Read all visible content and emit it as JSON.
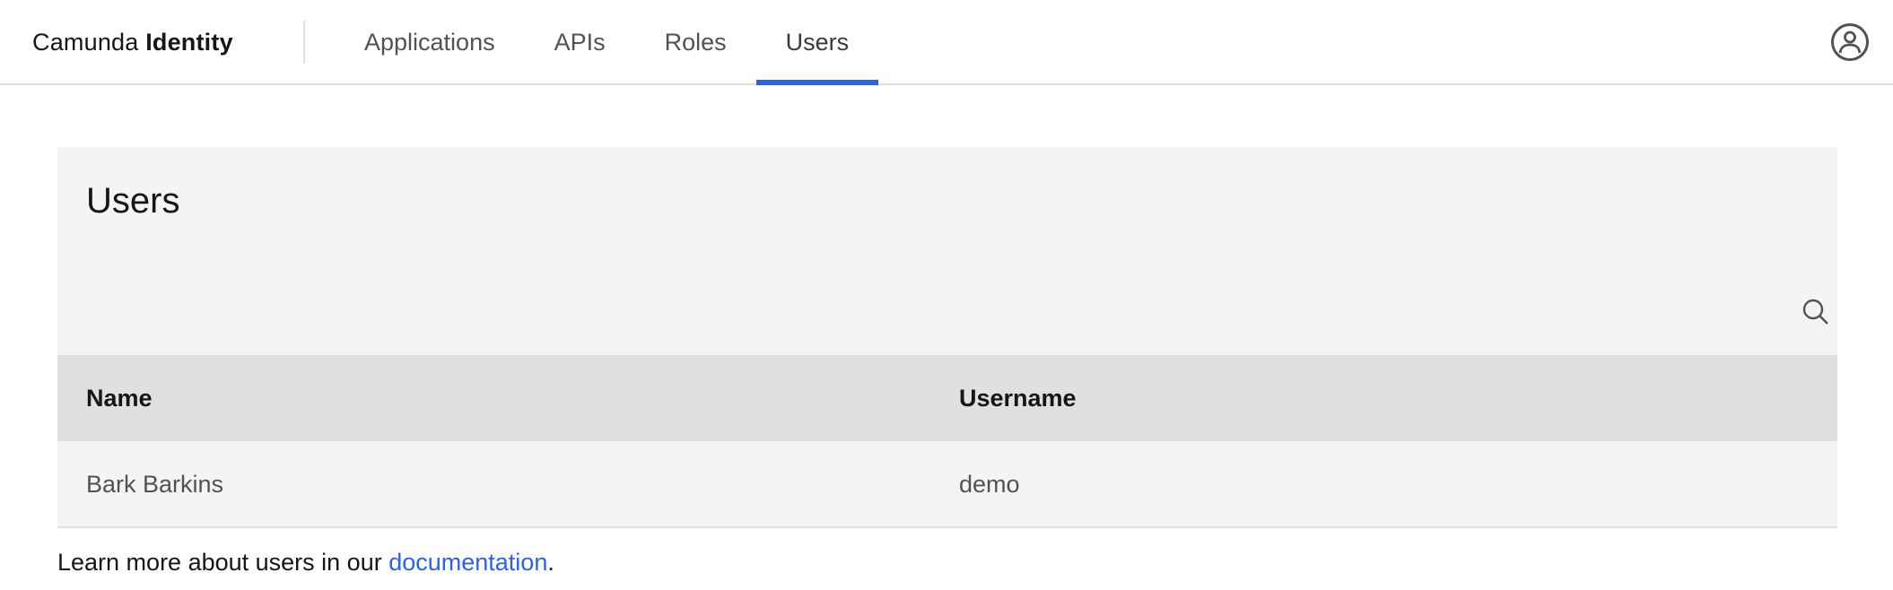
{
  "header": {
    "brand_prefix": "Camunda",
    "brand_bold": "Identity",
    "tabs": [
      {
        "label": "Applications",
        "active": false
      },
      {
        "label": "APIs",
        "active": false
      },
      {
        "label": "Roles",
        "active": false
      },
      {
        "label": "Users",
        "active": true
      }
    ],
    "user_icon": "user-avatar-icon"
  },
  "main": {
    "title": "Users",
    "search_icon": "search-icon",
    "table": {
      "columns": [
        "Name",
        "Username"
      ],
      "rows": [
        [
          "Bark Barkins",
          "demo"
        ]
      ]
    },
    "footnote": {
      "prefix": "Learn more about users in our ",
      "link": "documentation",
      "suffix": "."
    }
  },
  "colors": {
    "accent": "#2a62ea",
    "panel_bg": "#f4f4f4",
    "table_header_bg": "#e0e0e0"
  }
}
